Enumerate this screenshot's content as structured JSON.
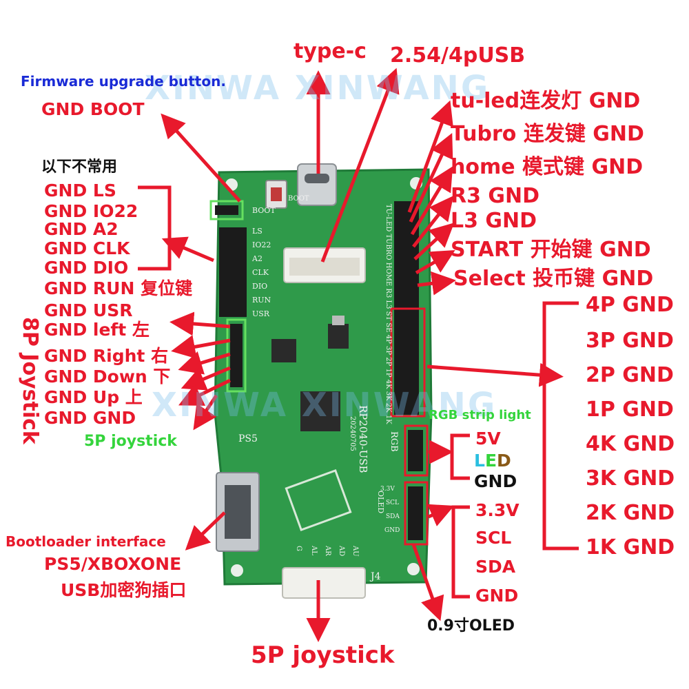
{
  "top": {
    "typec": "type-c",
    "usb4p": "2.54/4pUSB"
  },
  "left_top": {
    "firmware": "Firmware upgrade button.",
    "gnd_boot": "GND BOOT",
    "rarely_used": "以下不常用"
  },
  "left_pins": [
    "GND LS",
    "GND IO22",
    "GND A2",
    "GND CLK",
    "GND DIO",
    "GND RUN 复位键",
    "GND USR"
  ],
  "left_joy": [
    "GND left 左",
    "GND Right 右",
    "GND Down 下",
    "GND Up 上",
    "GND GND"
  ],
  "left_side": {
    "joystick8p": "8P Joystick",
    "joystick5p_small": "5P joystick",
    "bootloader": "Bootloader interface",
    "ps5": "PS5/XBOXONE",
    "dongle": "USB加密狗插口"
  },
  "right_buttons": [
    "tu-led连发灯 GND",
    "Tubro 连发键 GND",
    "home 模式键 GND",
    "R3 GND",
    "L3 GND",
    "START 开始键 GND",
    "Select 投币键 GND"
  ],
  "right_gnd": [
    "4P GND",
    "3P GND",
    "2P GND",
    "1P GND",
    "4K GND",
    "3K GND",
    "2K GND",
    "1K GND"
  ],
  "rgb": {
    "title": "RGB strip light",
    "v5": "5V",
    "led_l": "L",
    "led_e": "E",
    "led_d": "D",
    "gnd": "GND"
  },
  "oled": {
    "pins": [
      "3.3V",
      "SCL",
      "SDA",
      "GND"
    ],
    "title": "0.9寸OLED"
  },
  "bottom": {
    "joystick5p": "5P joystick"
  },
  "board_silk": {
    "boot": "BOOT",
    "left_col": [
      "BOOT",
      "LS",
      "IO22",
      "A2",
      "CLK",
      "DIO",
      "RUN",
      "USR"
    ],
    "ps5": "PS5",
    "j4": "J4",
    "chip": "RP2040-USB",
    "date": "20240705",
    "rgb": "RGB",
    "oled": "OLED",
    "oled_pins": [
      "3.3V",
      "SCL",
      "SDA",
      "GND"
    ],
    "bottom_pins": [
      "G",
      "AL",
      "AR",
      "AD",
      "AU"
    ],
    "right_vertical": "TU-LED TUBRO HOME R3 L3 ST SE 4P 3P 2P 1P 4K 3K 2K 1K"
  },
  "watermark": "XINWA XINWANG",
  "colors": {
    "label_red": "#e8192c",
    "pcb_green": "#2f9a4a",
    "blue": "#1a2bd6",
    "green": "#34d43c"
  }
}
